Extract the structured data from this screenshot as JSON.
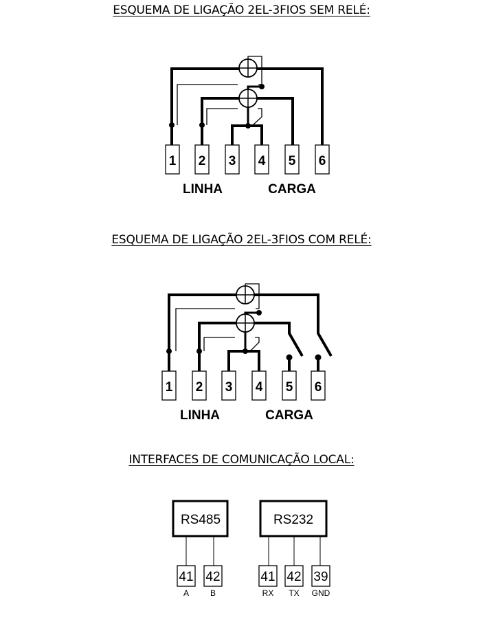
{
  "diagram1": {
    "title": "ESQUEMA DE LIGAÇÃO 2EL-3FIOS SEM RELÉ:",
    "terminals": [
      "1",
      "2",
      "3",
      "4",
      "5",
      "6"
    ],
    "line_label": "LINHA",
    "load_label": "CARGA"
  },
  "diagram2": {
    "title": "ESQUEMA DE LIGAÇÃO 2EL-3FIOS COM RELÉ:",
    "terminals": [
      "1",
      "2",
      "3",
      "4",
      "5",
      "6"
    ],
    "line_label": "LINHA",
    "load_label": "CARGA"
  },
  "interfaces": {
    "title": "INTERFACES DE COMUNICAÇÃO LOCAL:",
    "rs485": {
      "label": "RS485",
      "pins": [
        "41",
        "42"
      ],
      "signals": [
        "A",
        "B"
      ]
    },
    "rs232": {
      "label": "RS232",
      "pins": [
        "41",
        "42",
        "39"
      ],
      "signals": [
        "RX",
        "TX",
        "GND"
      ]
    }
  }
}
